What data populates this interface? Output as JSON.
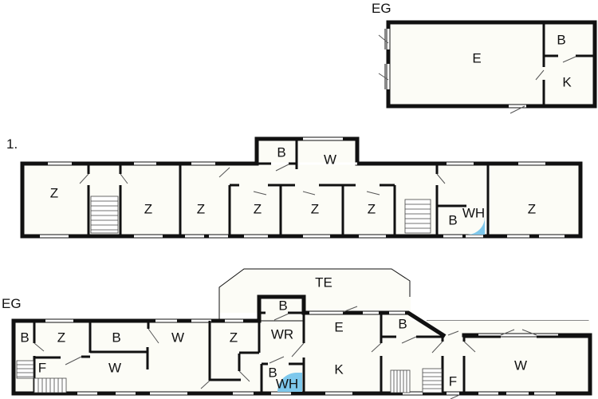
{
  "floors": {
    "top_eg": {
      "title": "EG",
      "rooms": {
        "e": "E",
        "b": "B",
        "k": "K"
      }
    },
    "first": {
      "title": "1.",
      "rooms": {
        "z1": "Z",
        "z2": "Z",
        "z3": "Z",
        "z4": "Z",
        "z5": "Z",
        "z6": "Z",
        "z7": "Z",
        "b_top": "B",
        "w_top": "W",
        "b": "B",
        "wh": "WH"
      }
    },
    "bottom_eg": {
      "title": "EG",
      "rooms": {
        "te": "TE",
        "b1": "B",
        "z1": "Z",
        "b2": "B",
        "w1": "W",
        "f1": "F",
        "w2": "W",
        "z2": "Z",
        "b3": "B",
        "wr": "WR",
        "b4": "B",
        "wh": "WH",
        "e": "E",
        "k": "K",
        "b5": "B",
        "f2": "F",
        "w3": "W"
      }
    }
  },
  "colors": {
    "wall": "#111111",
    "floor": "#fcfcf6",
    "wh": "#7ec8ec"
  }
}
